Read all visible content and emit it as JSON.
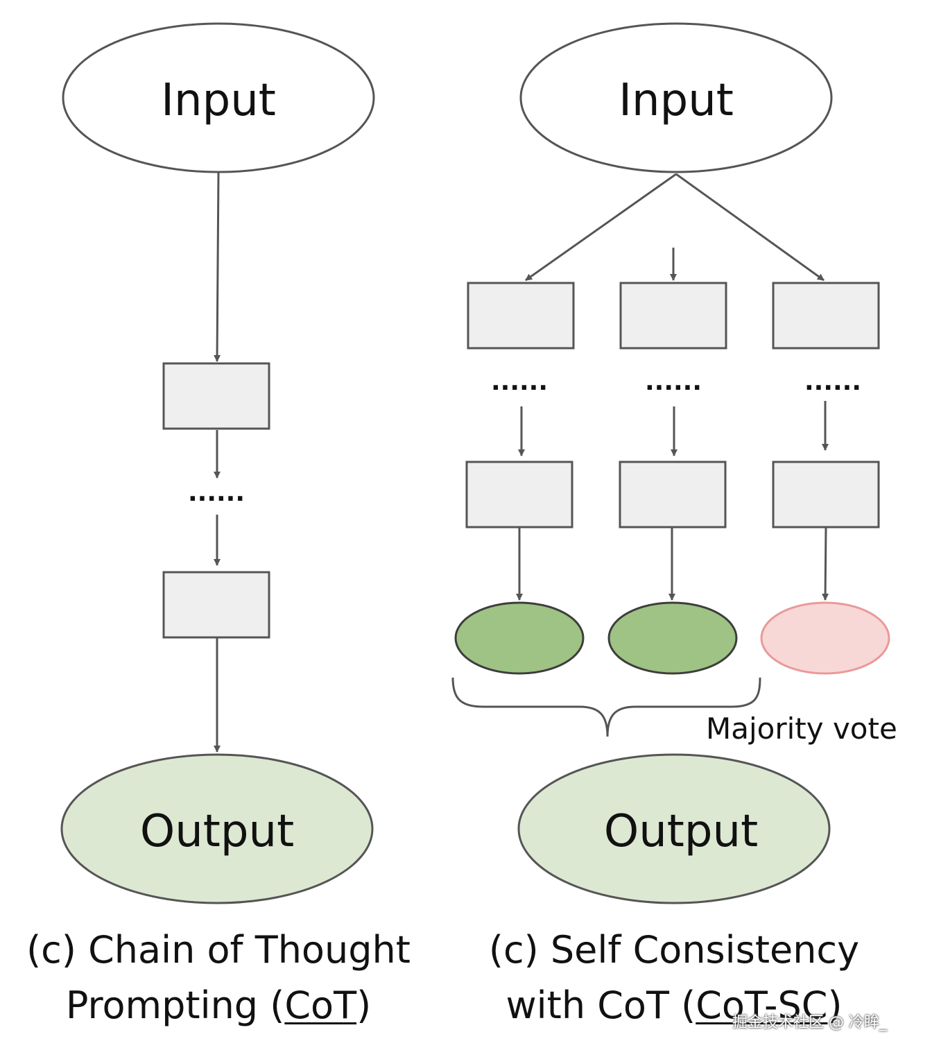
{
  "colors": {
    "stroke": "#555555",
    "box_fill": "#efefef",
    "output_fill": "#dde8d3",
    "correct_fill": "#9ec384",
    "correct_stroke": "#3d3d3d",
    "wrong_fill": "#f8d7d7",
    "wrong_stroke": "#ea9999"
  },
  "cot": {
    "input_label": "Input",
    "ellipsis": "......",
    "output_label": "Output",
    "caption": {
      "line1": "(c) Chain of Thought",
      "line2_prefix": "Prompting (",
      "line2_link": "CoT",
      "line2_suffix": ")"
    }
  },
  "cotsc": {
    "input_label": "Input",
    "ellipsis": [
      "......",
      "......",
      "......"
    ],
    "vote_label": "Majority vote",
    "output_label": "Output",
    "answers": [
      "correct",
      "correct",
      "wrong"
    ],
    "caption": {
      "line1": "(c) Self Consistency",
      "line2_prefix": "with CoT (",
      "line2_link": "CoT-SC",
      "line2_suffix": ")"
    }
  },
  "watermark": "掘金技术社区 @ 冷眸_"
}
